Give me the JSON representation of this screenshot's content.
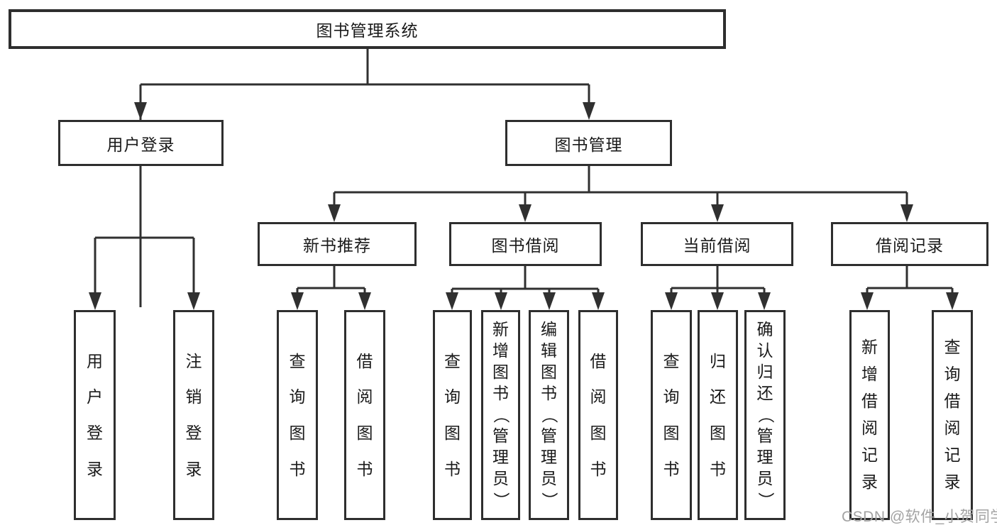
{
  "tree": {
    "label": "图书管理系统",
    "children": [
      {
        "label": "用户登录",
        "children": [
          {
            "label": "用户登录"
          },
          {
            "label": "注销登录"
          }
        ]
      },
      {
        "label": "图书管理",
        "children": [
          {
            "label": "新书推荐",
            "children": [
              {
                "label": "查询图书"
              },
              {
                "label": "借阅图书"
              }
            ]
          },
          {
            "label": "图书借阅",
            "children": [
              {
                "label": "查询图书"
              },
              {
                "label": "新增图书（管理员）"
              },
              {
                "label": "编辑图书（管理员）"
              },
              {
                "label": "借阅图书"
              }
            ]
          },
          {
            "label": "当前借阅",
            "children": [
              {
                "label": "查询图书"
              },
              {
                "label": "归还图书"
              },
              {
                "label": "确认归还（管理员）"
              }
            ]
          },
          {
            "label": "借阅记录",
            "children": [
              {
                "label": "新增借阅记录"
              },
              {
                "label": "查询借阅记录"
              }
            ]
          }
        ]
      }
    ]
  },
  "watermark": "CSDN @软件_小贺同学",
  "colors": {
    "line": "#303030",
    "box_border": "#2e2e2e",
    "text": "#1a1a1a",
    "background": "#ffffff",
    "watermark": "#a3a3a3"
  }
}
